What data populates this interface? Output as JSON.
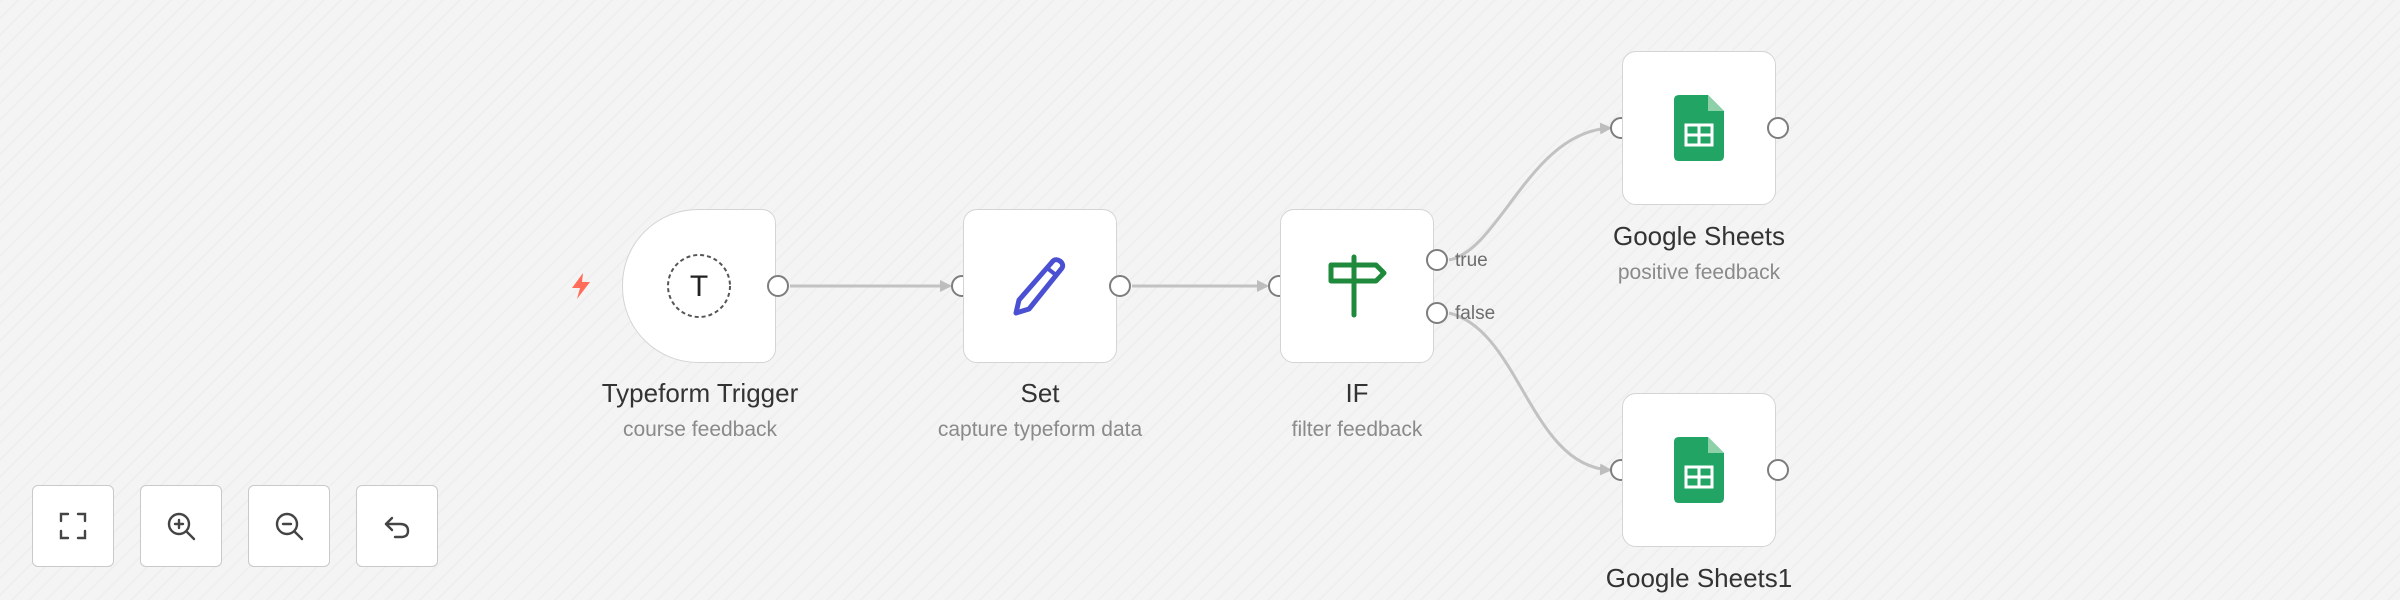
{
  "canvas": {
    "nodes": [
      {
        "id": "typeform",
        "title": "Typeform Trigger",
        "subtitle": "course feedback",
        "icon": "typeform-icon",
        "icon_letter": "T"
      },
      {
        "id": "set",
        "title": "Set",
        "subtitle": "capture typeform data",
        "icon": "pencil-icon"
      },
      {
        "id": "if",
        "title": "IF",
        "subtitle": "filter feedback",
        "icon": "signpost-icon",
        "outputs": [
          "true",
          "false"
        ]
      },
      {
        "id": "sheets",
        "title": "Google Sheets",
        "subtitle": "positive feedback",
        "icon": "google-sheets-icon"
      },
      {
        "id": "sheets1",
        "title": "Google Sheets1",
        "subtitle": "",
        "icon": "google-sheets-icon"
      }
    ],
    "connections": [
      {
        "from": "typeform",
        "to": "set"
      },
      {
        "from": "set",
        "to": "if"
      },
      {
        "from": "if",
        "output": "true",
        "to": "sheets"
      },
      {
        "from": "if",
        "output": "false",
        "to": "sheets1"
      }
    ]
  },
  "controls": [
    {
      "name": "fit-view-button",
      "icon": "fullscreen-icon"
    },
    {
      "name": "zoom-in-button",
      "icon": "zoom-in-icon"
    },
    {
      "name": "zoom-out-button",
      "icon": "zoom-out-icon"
    },
    {
      "name": "reset-zoom-button",
      "icon": "undo-icon"
    }
  ],
  "colors": {
    "canvas_bg": "#f4f4f4",
    "node_border": "#d4d4d4",
    "edge": "#c2c2c2",
    "trigger_bolt": "#ff6d5a",
    "set_icon": "#4b50d3",
    "if_icon": "#1f8a3c",
    "sheets_icon": "#21a464"
  }
}
